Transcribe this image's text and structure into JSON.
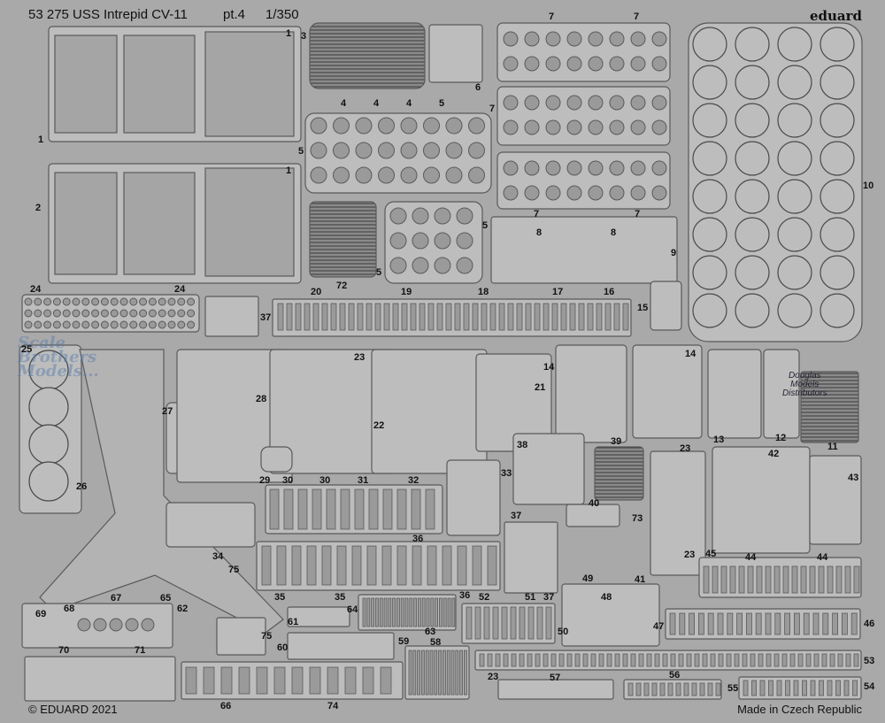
{
  "header": {
    "set_number": "53 275",
    "title": "USS Intrepid CV-11",
    "part": "pt.4",
    "scale": "1/350",
    "brand": "eduard"
  },
  "footer": {
    "copyright": "© EDUARD 2021",
    "origin": "Made in Czech Republic"
  },
  "watermarks": {
    "left": [
      "Scale",
      "Brothers",
      "Models..."
    ],
    "right": [
      "Douglas",
      "Models",
      "Distributors"
    ]
  },
  "part_numbers": {
    "p1": "1",
    "p2": "2",
    "p3": "3",
    "p4": "4",
    "p5": "5",
    "p6": "6",
    "p7": "7",
    "p8": "8",
    "p9": "9",
    "p10": "10",
    "p11": "11",
    "p12": "12",
    "p13": "13",
    "p14": "14",
    "p15": "15",
    "p16": "16",
    "p17": "17",
    "p18": "18",
    "p19": "19",
    "p20": "20",
    "p21": "21",
    "p22": "22",
    "p23": "23",
    "p24": "24",
    "p25": "25",
    "p26": "26",
    "p27": "27",
    "p28": "28",
    "p29": "29",
    "p30": "30",
    "p31": "31",
    "p32": "32",
    "p33": "33",
    "p34": "34",
    "p35": "35",
    "p36": "36",
    "p37": "37",
    "p38": "38",
    "p39": "39",
    "p40": "40",
    "p41": "41",
    "p42": "42",
    "p43": "43",
    "p44": "44",
    "p45": "45",
    "p46": "46",
    "p47": "47",
    "p48": "48",
    "p49": "49",
    "p50": "50",
    "p51": "51",
    "p52": "52",
    "p53": "53",
    "p54": "54",
    "p55": "55",
    "p56": "56",
    "p57": "57",
    "p58": "58",
    "p59": "59",
    "p60": "60",
    "p61": "61",
    "p62": "62",
    "p63": "63",
    "p64": "64",
    "p65": "65",
    "p66": "66",
    "p67": "67",
    "p68": "68",
    "p69": "69",
    "p70": "70",
    "p71": "71",
    "p72": "72",
    "p73": "73",
    "p74": "74",
    "p75": "75"
  },
  "colors": {
    "background": "#a9a9a9",
    "part_fill": "#bdbdbd",
    "part_edge": "#5a5a5a",
    "hole_fill": "#9a9a9a"
  }
}
